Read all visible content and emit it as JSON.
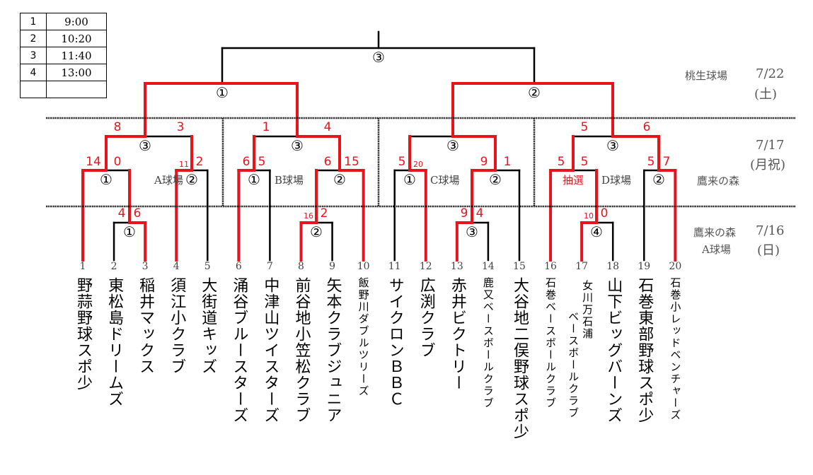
{
  "schedule": [
    {
      "no": "1",
      "time": "9:00"
    },
    {
      "no": "2",
      "time": "10:20"
    },
    {
      "no": "3",
      "time": "11:40"
    },
    {
      "no": "4",
      "time": "13:00"
    },
    {
      "no": "",
      "time": ""
    }
  ],
  "venues": {
    "a": "A球場",
    "b": "B球場",
    "c": "C球場",
    "d": "D球場",
    "lottery": "抽選"
  },
  "dates": {
    "final_venue": "桃生球場",
    "final_date": "7/22",
    "final_day": "(土)",
    "r2_date": "7/17",
    "r2_day": "(月祝)",
    "r2_venue": "鷹来の森",
    "r1_venue": "鷹来の森",
    "r1_field": "A球場",
    "r1_date": "7/16",
    "r1_day": "(日)"
  },
  "match_labels": {
    "a_r1": "①",
    "b_r1": "②",
    "c_r1": "③",
    "d_r1": "④",
    "a1": "①",
    "a2": "②",
    "b1": "①",
    "b2": "②",
    "c1": "①",
    "c2": "②",
    "d2": "②",
    "a3": "③",
    "b3": "③",
    "c3": "③",
    "d3": "③",
    "semi1": "①",
    "semi2": "②",
    "final": "③"
  },
  "scores": {
    "a_r1": [
      "4",
      "6"
    ],
    "a1": [
      "14",
      "0"
    ],
    "a2": [
      "11",
      "2"
    ],
    "a3": [
      "8",
      "3"
    ],
    "b_r1": [
      "16",
      "2"
    ],
    "b1": [
      "6",
      "5"
    ],
    "b2": [
      "6",
      "15"
    ],
    "b3": [
      "1",
      "4"
    ],
    "c_r1": [
      "9",
      "4"
    ],
    "c1": [
      "5",
      "20"
    ],
    "c2": [
      "9",
      "1"
    ],
    "d_r1": [
      "10",
      "0"
    ],
    "d1": [
      "5",
      "5"
    ],
    "d2": [
      "5",
      "7"
    ],
    "d3": [
      "5",
      "6"
    ]
  },
  "teams": [
    {
      "no": "1",
      "name": "野蒜野球スポ少"
    },
    {
      "no": "2",
      "name": "東松島ドリームズ"
    },
    {
      "no": "3",
      "name": "稲井マックス"
    },
    {
      "no": "4",
      "name": "須江小クラブ"
    },
    {
      "no": "5",
      "name": "大街道キッズ"
    },
    {
      "no": "6",
      "name": "涌谷ブルースターズ"
    },
    {
      "no": "7",
      "name": "中津山ツイスターズ"
    },
    {
      "no": "8",
      "name": "前谷地小笠松クラブ"
    },
    {
      "no": "9",
      "name": "矢本クラブジュニア"
    },
    {
      "no": "10",
      "name": "飯野川ダブルツリーズ"
    },
    {
      "no": "11",
      "name": "サイクロンＢＢＣ"
    },
    {
      "no": "12",
      "name": "広渕クラブ"
    },
    {
      "no": "13",
      "name": "赤井ビクトリー"
    },
    {
      "no": "14",
      "name": "鹿又ベースボールクラブ"
    },
    {
      "no": "15",
      "name": "大谷地二俣野球スポ少"
    },
    {
      "no": "16",
      "name": "石巻ベースボールクラブ"
    },
    {
      "no": "17",
      "name": "女川万石浦",
      "name2": "ベースボールクラブ"
    },
    {
      "no": "18",
      "name": "山下ビッグバーンズ"
    },
    {
      "no": "19",
      "name": "石巻東部野球スポ少"
    },
    {
      "no": "20",
      "name": "石巻小レッドベンチャーズ"
    }
  ],
  "colors": {
    "winner": "#e8141c",
    "line": "#000000"
  }
}
